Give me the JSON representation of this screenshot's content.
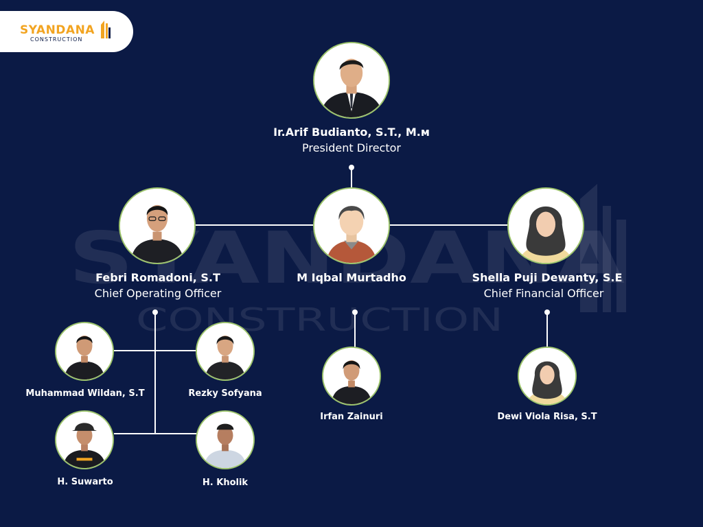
{
  "company": {
    "logo_word": "SYANDANA",
    "logo_sub": "CONSTRUCTION",
    "watermark_word": "SYANDANA",
    "watermark_sub": "CONSTRUCTION"
  },
  "colors": {
    "background": "#0b1a45",
    "accent": "#f2a421",
    "ring": "#9cc36b",
    "line": "#ffffff"
  },
  "people": [
    {
      "id": "arif",
      "name": "Ir.Arif Budianto, S.T., M.м",
      "role": "President Director"
    },
    {
      "id": "febri",
      "name": "Febri Romadoni, S.T",
      "role": "Chief Operating Officer"
    },
    {
      "id": "iqbal",
      "name": "M Iqbal Murtadho",
      "role": ""
    },
    {
      "id": "shella",
      "name": "Shella Puji Dewanty, S.E",
      "role": "Chief Financial Officer"
    },
    {
      "id": "wildan",
      "name": "Muhammad Wildan, S.T",
      "role": ""
    },
    {
      "id": "rezky",
      "name": "Rezky Sofyana",
      "role": ""
    },
    {
      "id": "suwarto",
      "name": "H. Suwarto",
      "role": ""
    },
    {
      "id": "kholik",
      "name": "H. Kholik",
      "role": ""
    },
    {
      "id": "irfan",
      "name": "Irfan Zainuri",
      "role": ""
    },
    {
      "id": "dewi",
      "name": "Dewi Viola Risa, S.T",
      "role": ""
    }
  ]
}
